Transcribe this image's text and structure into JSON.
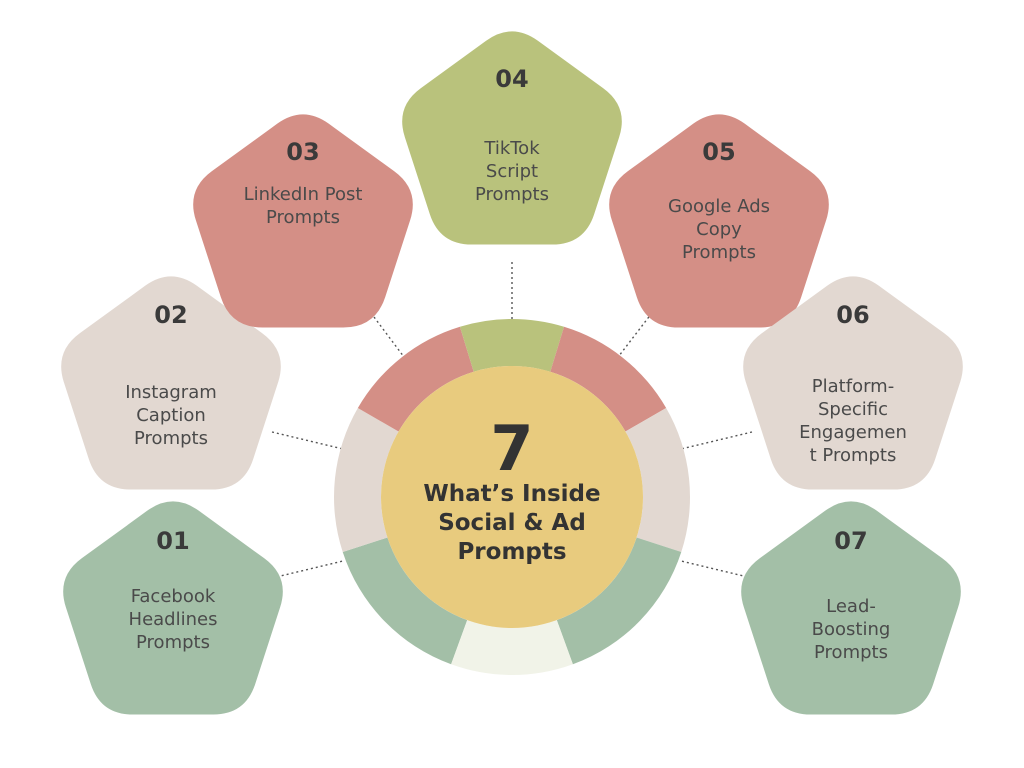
{
  "hub": {
    "number": "7",
    "title_lines": [
      "What’s Inside",
      "Social & Ad",
      "Prompts"
    ]
  },
  "colors": {
    "green": "#a3bfa7",
    "beige": "#e2d8d1",
    "red": "#d48f86",
    "olive": "#b9c27c",
    "yellow": "#e8cb7e",
    "pale": "#f1f3e8"
  },
  "cards": [
    {
      "id": "01",
      "number": "01",
      "lines": [
        "Facebook",
        "Headlines",
        "Prompts"
      ],
      "color": "#a3bfa7"
    },
    {
      "id": "02",
      "number": "02",
      "lines": [
        "Instagram",
        "Caption",
        "Prompts"
      ],
      "color": "#e2d8d1"
    },
    {
      "id": "03",
      "number": "03",
      "lines": [
        "LinkedIn Post",
        "Prompts"
      ],
      "color": "#d48f86"
    },
    {
      "id": "04",
      "number": "04",
      "lines": [
        "TikTok",
        "Script",
        "Prompts"
      ],
      "color": "#b9c27c"
    },
    {
      "id": "05",
      "number": "05",
      "lines": [
        "Google Ads",
        "Copy",
        "Prompts"
      ],
      "color": "#d48f86"
    },
    {
      "id": "06",
      "number": "06",
      "lines": [
        "Platform-",
        "Specific",
        "Engagemen",
        "t Prompts"
      ],
      "color": "#e2d8d1"
    },
    {
      "id": "07",
      "number": "07",
      "lines": [
        "Lead-",
        "Boosting",
        "Prompts"
      ],
      "color": "#a3bfa7"
    }
  ],
  "ring_segments": [
    {
      "name": "ring-segment-green-left",
      "color": "#a3bfa7"
    },
    {
      "name": "ring-segment-beige-left",
      "color": "#e2d8d1"
    },
    {
      "name": "ring-segment-red-left",
      "color": "#d48f86"
    },
    {
      "name": "ring-segment-olive-top",
      "color": "#b9c27c"
    },
    {
      "name": "ring-segment-red-right",
      "color": "#d48f86"
    },
    {
      "name": "ring-segment-beige-right",
      "color": "#e2d8d1"
    },
    {
      "name": "ring-segment-green-right",
      "color": "#a3bfa7"
    },
    {
      "name": "ring-segment-pale-bottom",
      "color": "#f1f3e8"
    }
  ]
}
